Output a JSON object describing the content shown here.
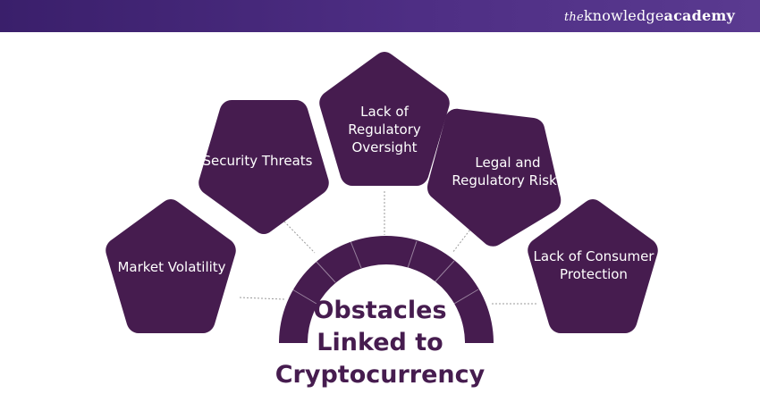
{
  "brand": {
    "pre": "the",
    "mid": "knowledge",
    "end": "academy"
  },
  "center": {
    "lines": [
      "Obstacles",
      "Linked to",
      "Cryptocurrency"
    ]
  },
  "obstacles": [
    "Market Volatility",
    "Security Threats",
    "Lack of Regulatory Oversight",
    "Legal and Regulatory Risks",
    "Lack of Consumer Protection"
  ],
  "colors": {
    "header": "#4e2e84",
    "node": "#461c4f",
    "title": "#461c4f",
    "connector": "#9a9a9a"
  }
}
